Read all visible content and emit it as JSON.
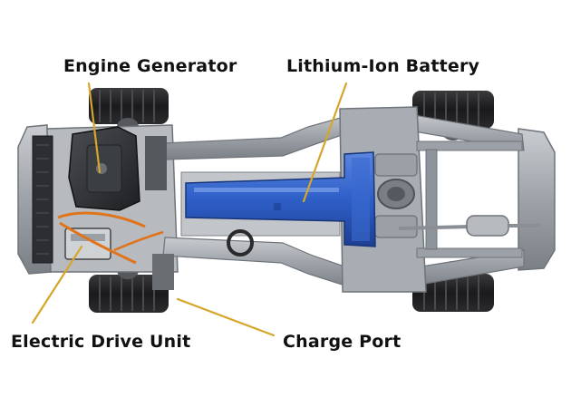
{
  "labels": {
    "engine_generator": "Engine Generator",
    "lithium_ion_battery": "Lithium-Ion Battery",
    "electric_drive_unit": "Electric Drive Unit",
    "charge_port": "Charge Port"
  },
  "colors": {
    "leader_line": "#d6a62a",
    "battery": "#2e5fc8",
    "frame": "#8e949b",
    "tire": "#1c1c1e"
  }
}
